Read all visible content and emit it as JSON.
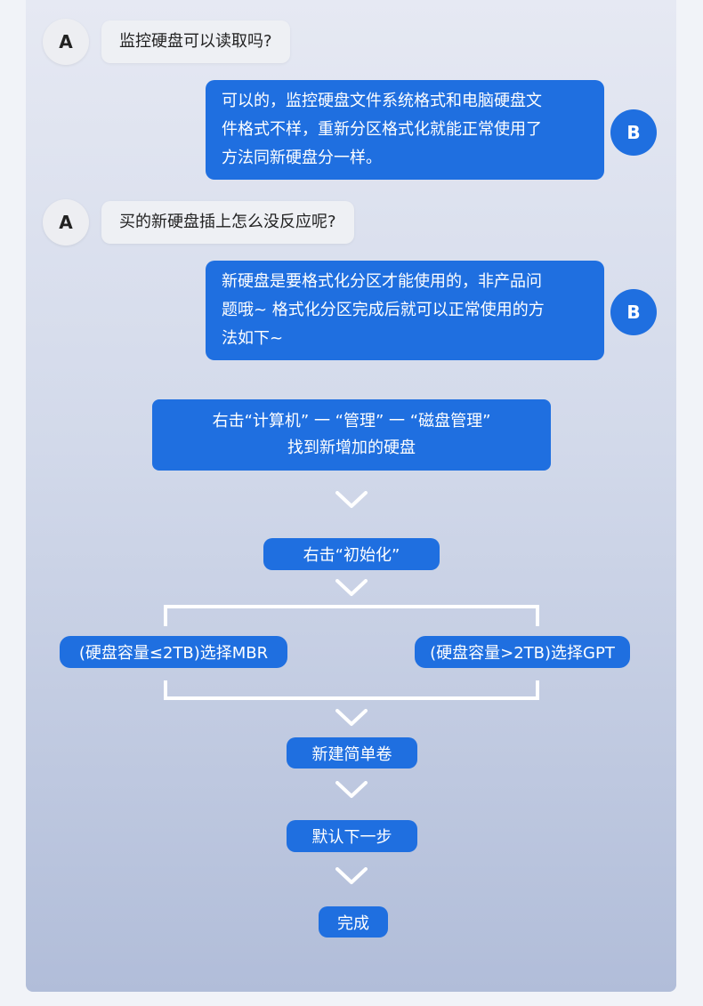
{
  "chat": [
    {
      "speaker": "A",
      "text": "监控硬盘可以读取吗?"
    },
    {
      "speaker": "B",
      "lines": [
        "可以的，监控硬盘文件系统格式和电脑硬盘文",
        "件格式不样，重新分区格式化就能正常使用了",
        "方法同新硬盘分一样。"
      ]
    },
    {
      "speaker": "A",
      "text": "买的新硬盘插上怎么没反应呢?"
    },
    {
      "speaker": "B",
      "lines": [
        "新硬盘是要格式化分区才能使用的，非产品问",
        "题哦~ 格式化分区完成后就可以正常使用的方",
        "法如下~"
      ]
    }
  ],
  "flow": {
    "step1": [
      "右击“计算机” 一 “管理” 一 “磁盘管理”",
      "找到新增加的硬盘"
    ],
    "step2": "右击“初始化”",
    "branch_left": "(硬盘容量≤2TB)选择MBR",
    "branch_right": "(硬盘容量>2TB)选择GPT",
    "step3": "新建简单卷",
    "step4": "默认下一步",
    "step5": "完成"
  },
  "colors": {
    "accent": "#1f6fe0",
    "bubble_a": "#eef0f4"
  },
  "icons": {
    "arrow": "chevron-down-icon"
  }
}
